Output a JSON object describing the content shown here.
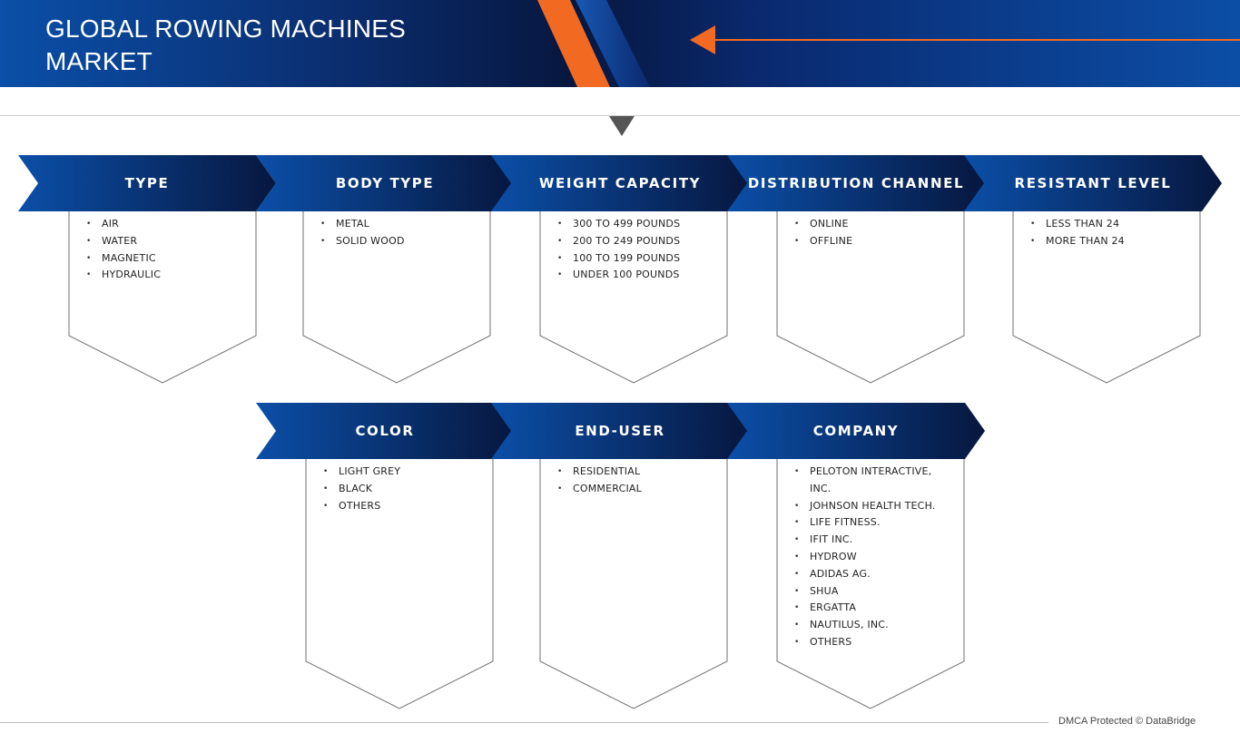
{
  "header": {
    "title": "GLOBAL ROWING MACHINES MARKET"
  },
  "colors": {
    "accent_orange": "#f26a21",
    "navy_dark": "#07173f",
    "blue_mid": "#0b4fa8",
    "card_border": "#6f6f6f"
  },
  "segments": [
    {
      "label": "TYPE",
      "items": [
        "AIR",
        "WATER",
        "MAGNETIC",
        "HYDRAULIC"
      ]
    },
    {
      "label": "BODY TYPE",
      "items": [
        "METAL",
        "SOLID WOOD"
      ]
    },
    {
      "label": "WEIGHT CAPACITY",
      "items": [
        "300 TO 499 POUNDS",
        "200 TO 249 POUNDS",
        "100 TO 199 POUNDS",
        "UNDER 100 POUNDS"
      ]
    },
    {
      "label": "DISTRIBUTION CHANNEL",
      "items": [
        "ONLINE",
        "OFFLINE"
      ]
    },
    {
      "label": "RESISTANT LEVEL",
      "items": [
        "LESS THAN 24",
        "MORE THAN 24"
      ]
    },
    {
      "label": "COLOR",
      "items": [
        "LIGHT GREY",
        "BLACK",
        "OTHERS"
      ]
    },
    {
      "label": "END-USER",
      "items": [
        "RESIDENTIAL",
        "COMMERCIAL"
      ]
    },
    {
      "label": "COMPANY",
      "items": [
        "PELOTON INTERACTIVE, INC.",
        "JOHNSON HEALTH TECH.",
        "LIFE FITNESS.",
        "IFIT INC.",
        "HYDROW",
        "ADIDAS AG.",
        "SHUA",
        "ERGATTA",
        "NAUTILUS, INC.",
        "OTHERS"
      ]
    }
  ],
  "footer": {
    "text": "DMCA Protected © DataBridge"
  }
}
